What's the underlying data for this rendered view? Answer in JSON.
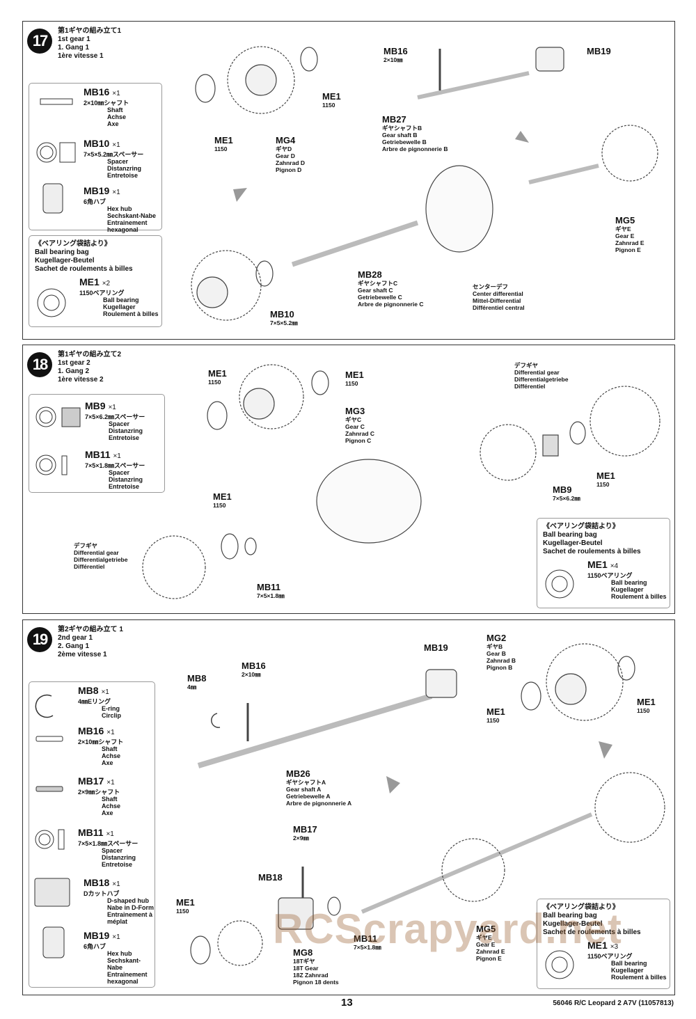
{
  "steps": [
    {
      "number": "17",
      "title": [
        "第1ギヤの組み立て1",
        "1st gear 1",
        "1. Gang 1",
        "1ère vitesse 1"
      ],
      "parts": [
        {
          "code": "MB16",
          "qty": "×1",
          "lines": [
            "2×10㎜シャフト",
            "Shaft",
            "Achse",
            "Axe"
          ]
        },
        {
          "code": "MB10",
          "qty": "×1",
          "lines": [
            "7×5×5.2㎜スペーサー",
            "Spacer",
            "Distanzring",
            "Entretoise"
          ]
        },
        {
          "code": "MB19",
          "qty": "×1",
          "lines": [
            "6角ハブ",
            "Hex hub",
            "Sechskant-Nabe",
            "Entrainement hexagonal"
          ]
        }
      ],
      "bag": {
        "title": [
          "《ベアリング袋詰より》",
          "Ball bearing bag",
          "Kugellager-Beutel",
          "Sachet de roulements à billes"
        ],
        "code": "ME1",
        "qty": "×2",
        "lines": [
          "1150ベアリング",
          "Ball bearing",
          "Kugellager",
          "Roulement à billes"
        ]
      },
      "callouts": [
        {
          "code": "MB16",
          "lines": [
            "2×10㎜"
          ]
        },
        {
          "code": "MB19",
          "lines": []
        },
        {
          "code": "ME1",
          "lines": [
            "1150"
          ]
        },
        {
          "code": "ME1",
          "lines": [
            "1150"
          ]
        },
        {
          "code": "MG4",
          "lines": [
            "ギヤD",
            "Gear D",
            "Zahnrad D",
            "Pignon D"
          ]
        },
        {
          "code": "MB27",
          "lines": [
            "ギヤシャフトB",
            "Gear shaft B",
            "Getriebewelle B",
            "Arbre de pignonnerie B"
          ]
        },
        {
          "code": "MG5",
          "lines": [
            "ギヤE",
            "Gear E",
            "Zahnrad E",
            "Pignon E"
          ]
        },
        {
          "code": "MB28",
          "lines": [
            "ギヤシャフトC",
            "Gear shaft C",
            "Getriebewelle C",
            "Arbre de pignonnerie C"
          ]
        },
        {
          "code": "",
          "lines": [
            "センターデフ",
            "Center differential",
            "Mittel-Differential",
            "Différentiel central"
          ]
        },
        {
          "code": "MB10",
          "lines": [
            "7×5×5.2㎜"
          ]
        }
      ],
      "gear_letter": "D"
    },
    {
      "number": "18",
      "title": [
        "第1ギヤの組み立て2",
        "1st gear 2",
        "1. Gang 2",
        "1ère vitesse 2"
      ],
      "parts": [
        {
          "code": "MB9",
          "qty": "×1",
          "lines": [
            "7×5×6.2㎜スペーサー",
            "Spacer",
            "Distanzring",
            "Entretoise"
          ]
        },
        {
          "code": "MB11",
          "qty": "×1",
          "lines": [
            "7×5×1.8㎜スペーサー",
            "Spacer",
            "Distanzring",
            "Entretoise"
          ]
        }
      ],
      "bag": {
        "title": [
          "《ベアリング袋詰より》",
          "Ball bearing bag",
          "Kugellager-Beutel",
          "Sachet de roulements à billes"
        ],
        "code": "ME1",
        "qty": "×4",
        "lines": [
          "1150ベアリング",
          "Ball bearing",
          "Kugellager",
          "Roulement à billes"
        ]
      },
      "callouts": [
        {
          "code": "ME1",
          "lines": [
            "1150"
          ]
        },
        {
          "code": "ME1",
          "lines": [
            "1150"
          ]
        },
        {
          "code": "MG3",
          "lines": [
            "ギヤC",
            "Gear C",
            "Zahnrad C",
            "Pignon C"
          ]
        },
        {
          "code": "",
          "lines": [
            "デフギヤ",
            "Differential gear",
            "Differentialgetriebe",
            "Différentiel"
          ]
        },
        {
          "code": "ME1",
          "lines": [
            "1150"
          ]
        },
        {
          "code": "MB9",
          "lines": [
            "7×5×6.2㎜"
          ]
        },
        {
          "code": "ME1",
          "lines": [
            "1150"
          ]
        },
        {
          "code": "",
          "lines": [
            "デフギヤ",
            "Differential gear",
            "Differentialgetriebe",
            "Différentiel"
          ]
        },
        {
          "code": "MB11",
          "lines": [
            "7×5×1.8㎜"
          ]
        }
      ],
      "gear_letter": "C"
    },
    {
      "number": "19",
      "title": [
        "第2ギヤの組み立て 1",
        "2nd gear 1",
        "2. Gang 1",
        "2ème vitesse 1"
      ],
      "parts": [
        {
          "code": "MB8",
          "qty": "×1",
          "lines": [
            "4㎜Eリング",
            "E-ring",
            "Circlip"
          ]
        },
        {
          "code": "MB16",
          "qty": "×1",
          "lines": [
            "2×10㎜シャフト",
            "Shaft",
            "Achse",
            "Axe"
          ]
        },
        {
          "code": "MB17",
          "qty": "×1",
          "lines": [
            "2×9㎜シャフト",
            "Shaft",
            "Achse",
            "Axe"
          ]
        },
        {
          "code": "MB11",
          "qty": "×1",
          "lines": [
            "7×5×1.8㎜スペーサー",
            "Spacer",
            "Distanzring",
            "Entretoise"
          ]
        },
        {
          "code": "MB18",
          "qty": "×1",
          "lines": [
            "Dカットハブ",
            "D-shaped hub",
            "Nabe in D-Form",
            "Entrainement à méplat"
          ]
        },
        {
          "code": "MB19",
          "qty": "×1",
          "lines": [
            "6角ハブ",
            "Hex hub",
            "Sechskant-Nabe",
            "Entrainement hexagonal"
          ]
        }
      ],
      "bag": {
        "title": [
          "《ベアリング袋詰より》",
          "Ball bearing bag",
          "Kugellager-Beutel",
          "Sachet de roulements à billes"
        ],
        "code": "ME1",
        "qty": "×3",
        "lines": [
          "1150ベアリング",
          "Ball bearing",
          "Kugellager",
          "Roulement à billes"
        ]
      },
      "callouts": [
        {
          "code": "MG2",
          "lines": [
            "ギヤB",
            "Gear B",
            "Zahnrad B",
            "Pignon B"
          ]
        },
        {
          "code": "MB19",
          "lines": []
        },
        {
          "code": "MB16",
          "lines": [
            "2×10㎜"
          ]
        },
        {
          "code": "MB8",
          "lines": [
            "4㎜"
          ]
        },
        {
          "code": "ME1",
          "lines": [
            "1150"
          ]
        },
        {
          "code": "ME1",
          "lines": [
            "1150"
          ]
        },
        {
          "code": "MB26",
          "lines": [
            "ギヤシャフトA",
            "Gear shaft A",
            "Getriebewelle A",
            "Arbre de pignonnerie A"
          ]
        },
        {
          "code": "MB17",
          "lines": [
            "2×9㎜"
          ]
        },
        {
          "code": "MB18",
          "lines": []
        },
        {
          "code": "ME1",
          "lines": [
            "1150"
          ]
        },
        {
          "code": "MG5",
          "lines": [
            "ギヤE",
            "Gear E",
            "Zahnrad E",
            "Pignon E"
          ]
        },
        {
          "code": "MB11",
          "lines": [
            "7×5×1.8㎜"
          ]
        },
        {
          "code": "MG8",
          "lines": [
            "18Tギヤ",
            "18T Gear",
            "18Z Zahnrad",
            "Pignon 18 dents"
          ]
        }
      ],
      "gear_letter": "B"
    }
  ],
  "footer": {
    "page": "13",
    "product": "56046 R/C Leopard 2 A7V (11057813)"
  },
  "watermark": "RCScrapyard.net"
}
